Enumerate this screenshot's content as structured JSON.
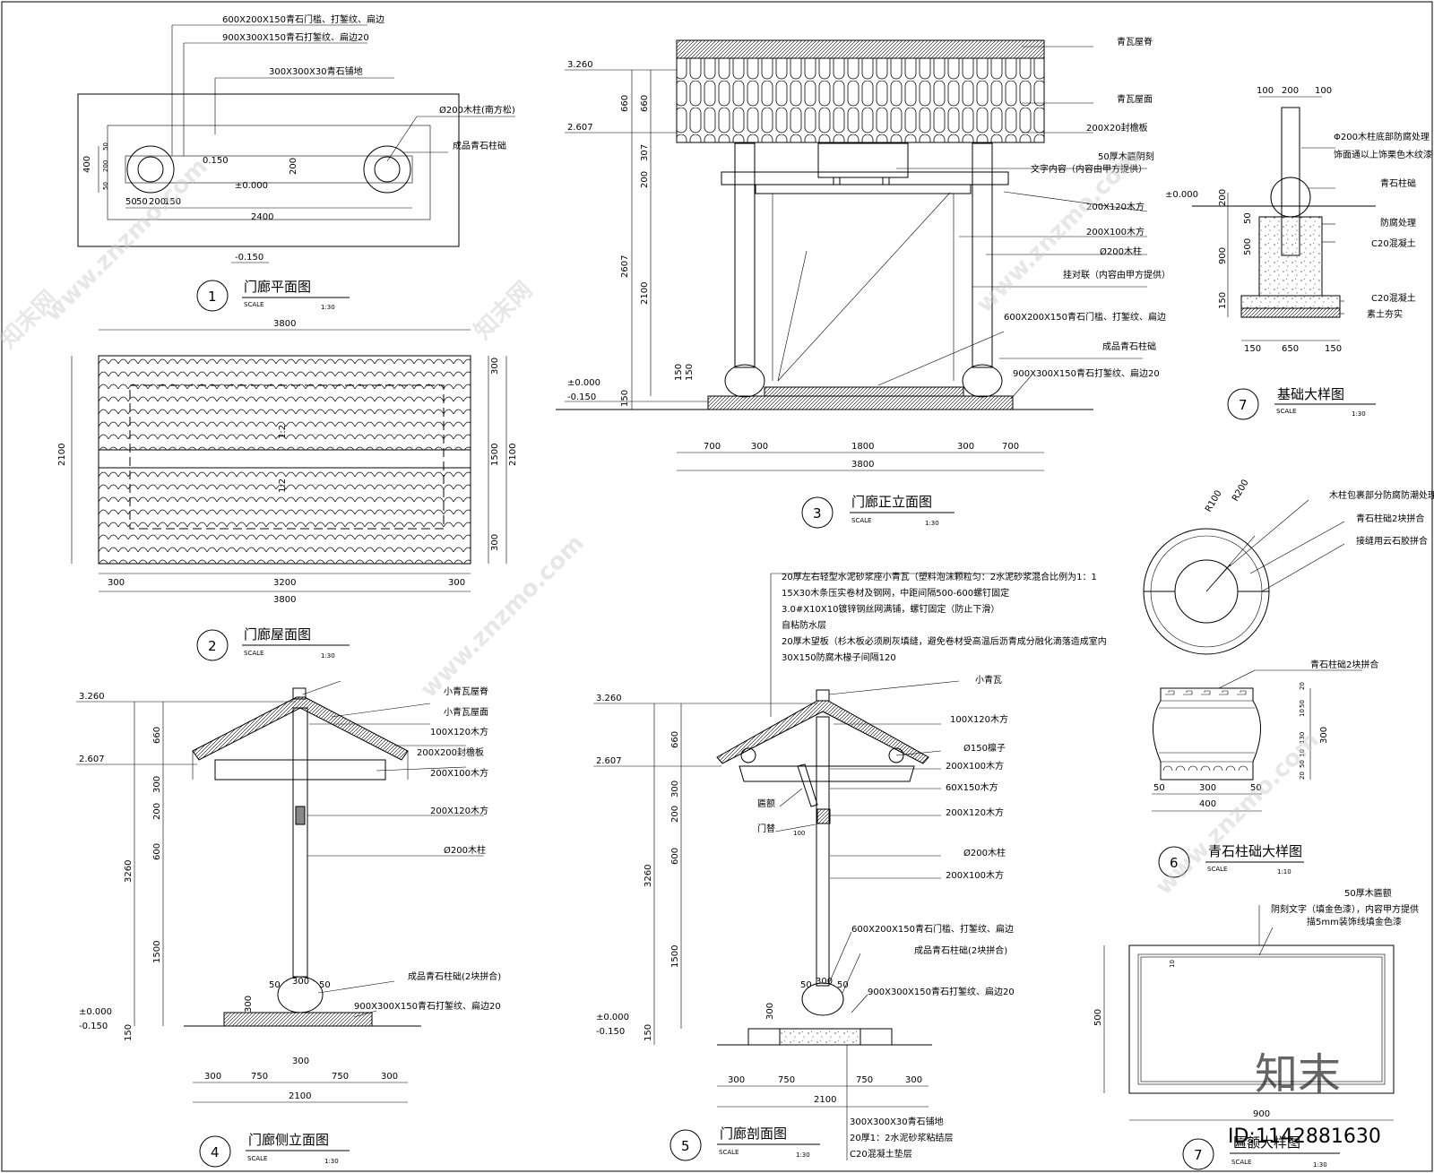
{
  "titles": {
    "t1": {
      "num": "1",
      "name": "门廊平面图",
      "scale_label": "SCALE",
      "scale": "1:30"
    },
    "t2": {
      "num": "2",
      "name": "门廊屋面图",
      "scale_label": "SCALE",
      "scale": "1:30"
    },
    "t3": {
      "num": "3",
      "name": "门廊正立面图",
      "scale_label": "SCALE",
      "scale": "1:30"
    },
    "t4": {
      "num": "4",
      "name": "门廊侧立面图",
      "scale_label": "SCALE",
      "scale": "1:30"
    },
    "t5": {
      "num": "5",
      "name": "门廊剖面图",
      "scale_label": "SCALE",
      "scale": "1:30"
    },
    "t6": {
      "num": "6",
      "name": "青石柱础大样图",
      "scale_label": "SCALE",
      "scale": "1:10"
    },
    "t7a": {
      "num": "7",
      "name": "基础大样图",
      "scale_label": "SCALE",
      "scale": "1:30"
    },
    "t7b": {
      "num": "7",
      "name": "匾额大样图",
      "scale_label": "SCALE",
      "scale": "1:30"
    }
  },
  "plan": {
    "notes": [
      "600X200X150青石门槛、打錾纹、扁边",
      "900X300X150青石打錾纹、扁边20",
      "300X300X30青石铺地",
      "Ø200木柱(南方松)",
      "成品青石柱础"
    ],
    "dims": {
      "d400": "400",
      "d50a": "50",
      "d200": "200",
      "d50b": "50",
      "d150": "150",
      "d2400": "2400",
      "d200b": "200",
      "lvl0150": "0.150",
      "lvl0": "±0.000",
      "lvlm": "-0.150",
      "b50": "50",
      "b50b": "50",
      "b200": "200",
      "b150": "150"
    }
  },
  "roof": {
    "dims": {
      "top": "3800",
      "bottom": "3800",
      "b300a": "300",
      "b3200": "3200",
      "b300b": "300",
      "left": "2100",
      "right": "2100",
      "r300a": "300",
      "r1500": "1500",
      "r300b": "300",
      "slope1": "1:2",
      "slope2": "1:2"
    }
  },
  "front": {
    "levels": {
      "l3260": "3.260",
      "l2607": "2.607",
      "l0": "±0.000",
      "lm": "-0.150"
    },
    "vdims": [
      "660",
      "307",
      "200",
      "2100",
      "150",
      "150",
      "150"
    ],
    "vtotal": "2607",
    "hdims": [
      "700",
      "300",
      "1800",
      "300",
      "700"
    ],
    "htotal": "3800",
    "notes": [
      "青瓦屋脊",
      "青瓦屋面",
      "200X20封檐板",
      "50厚木匾阴刻",
      "文字内容（内容由甲方提供）",
      "200X120木方",
      "200X100木方",
      "Ø200木柱",
      "挂对联（内容由甲方提供）",
      "600X200X150青石门槛、打錾纹、扁边",
      "成品青石柱础",
      "900X300X150青石打錾纹、扁边20"
    ]
  },
  "side": {
    "levels": {
      "l3260": "3.260",
      "l2607": "2.607",
      "l0": "±0.000",
      "lm": "-0.150"
    },
    "vdims": [
      "660",
      "300",
      "200",
      "600",
      "1500",
      "300",
      "150"
    ],
    "vtotal": "3260",
    "hdims": [
      "300",
      "750",
      "300",
      "750",
      "300"
    ],
    "htotal": "2100",
    "post": [
      "50",
      "300",
      "50"
    ],
    "notes": [
      "小青瓦屋脊",
      "小青瓦屋面",
      "100X120木方",
      "200X200封檐板",
      "200X100木方",
      "200X120木方",
      "Ø200木柱",
      "成品青石柱础(2块拼合)",
      "900X300X150青石打錾纹、扁边20"
    ]
  },
  "section": {
    "levels": {
      "l3260": "3.260",
      "l2607": "2.607",
      "l0": "±0.000",
      "lm": "-0.150"
    },
    "vdims": [
      "660",
      "300",
      "200",
      "600",
      "1500",
      "300",
      "150"
    ],
    "vtotal": "3260",
    "hdims": [
      "300",
      "750",
      "750",
      "300"
    ],
    "htotal": "2100",
    "post": [
      "50",
      "300",
      "50"
    ],
    "layers": [
      "20厚左右轻型水泥砂浆座小青瓦（塑料泡沫颗粒匀：2水泥砂浆混合比例为1：1",
      "15X30木条压实卷材及钢网，中距间隔500-600螺钉固定",
      "3.0#X10X10镀锌钢丝网满铺，螺钉固定（防止下滑）",
      "自粘防水层",
      "20厚木望板（杉木板必须刷灰填缝，避免卷材受高温后沥青成分融化滴落造成室内",
      "30X150防腐木椽子间隔120"
    ],
    "notes": [
      "小青瓦",
      "100X120木方",
      "Ø150檩子",
      "200X100木方",
      "60X150木方",
      "200X120木方",
      "Ø200木柱",
      "200X100木方",
      "匾额",
      "门替",
      "100",
      "600X200X150青石门槛、打錾纹、扁边",
      "成品青石柱础(2块拼合)",
      "900X300X150青石打錾纹、扁边20"
    ],
    "bottom": [
      "300X300X30青石铺地",
      "20厚1：2水泥砂浆粘结层",
      "C20混凝土垫层"
    ]
  },
  "foundation": {
    "top": [
      "100",
      "200",
      "100"
    ],
    "bottom": [
      "150",
      "650",
      "150"
    ],
    "vdims": [
      "200",
      "50",
      "500",
      "900",
      "150"
    ],
    "level": "±0.000",
    "notes": [
      "Φ200木柱底部防腐处理",
      "饰面通以上饰栗色木纹漆",
      "青石柱础",
      "防腐处理",
      "C20混凝土",
      "C20混凝土",
      "素土夯实"
    ]
  },
  "base_plan": {
    "r100": "R100",
    "r200": "R200",
    "notes": [
      "木柱包裹部分防腐防潮处理",
      "青石柱础2块拼合",
      "接缝用云石胶拼合"
    ]
  },
  "base_elev": {
    "note": "青石柱础2块拼合",
    "vdims": [
      "20",
      "50",
      "10",
      "130",
      "10",
      "50",
      "20"
    ],
    "vtotal": "300",
    "hdims": [
      "50",
      "300",
      "50"
    ],
    "htotal": "400"
  },
  "plaque": {
    "notes": [
      "50厚木匾额",
      "阴刻文字（填金色漆），内容甲方提供",
      "描5mm装饰线填金色漆"
    ],
    "dims": {
      "height": "500",
      "width": "900",
      "inner": "10"
    }
  },
  "watermark": {
    "site": "www.znzmo.com",
    "brand": "知末网",
    "logo": "知末",
    "id": "ID:1142881630"
  }
}
